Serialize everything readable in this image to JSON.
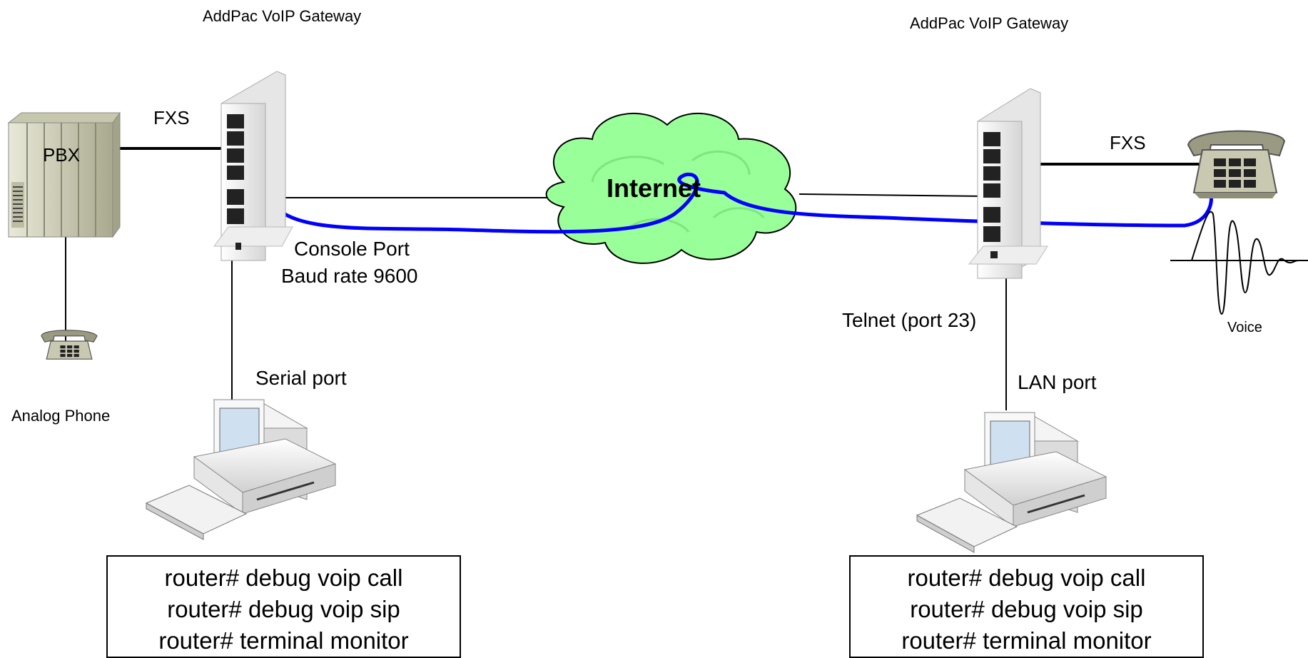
{
  "labels": {
    "gateway_left_title": "AddPac VoIP Gateway",
    "gateway_right_title": "AddPac VoIP Gateway",
    "pbx": "PBX",
    "fxs_left": "FXS",
    "fxs_right": "FXS",
    "internet": "Internet",
    "console_port": "Console Port",
    "baud_rate": "Baud rate 9600",
    "telnet": "Telnet (port 23)",
    "serial_port": "Serial port",
    "lan_port": "LAN port",
    "analog_phone": "Analog Phone",
    "voice": "Voice"
  },
  "commands_left": [
    "router# debug voip call",
    "router# debug voip sip",
    "router# terminal monitor"
  ],
  "commands_right": [
    "router# debug voip call",
    "router# debug voip sip",
    "router# terminal monitor"
  ],
  "colors": {
    "cloud": "#99ff99",
    "cable": "#0000ff",
    "device": "#d8d8c0"
  },
  "icons": [
    "pbx-icon",
    "gateway-icon",
    "analog-phone-icon",
    "desk-phone-icon",
    "computer-icon",
    "internet-cloud-icon",
    "voice-waveform-icon"
  ]
}
